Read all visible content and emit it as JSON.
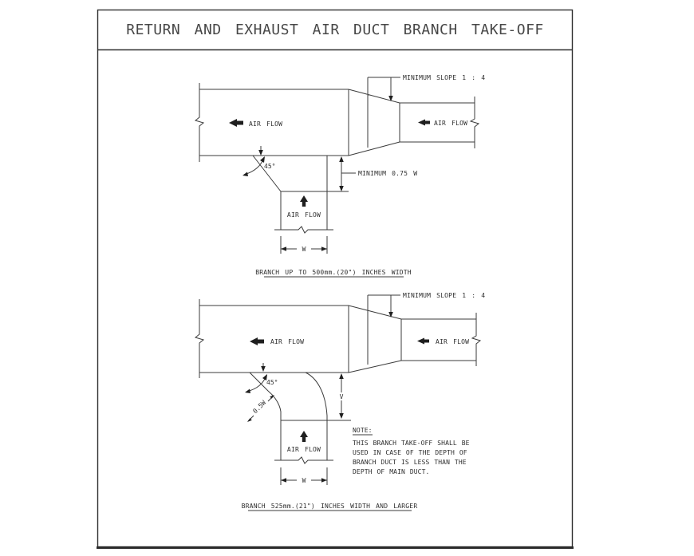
{
  "sheet": {
    "title": "RETURN AND EXHAUST AIR DUCT BRANCH TAKE-OFF"
  },
  "figure1": {
    "slope_note": "MINIMUM SLOPE 1 : 4",
    "air_flow_main": "AIR FLOW",
    "air_flow_right": "AIR FLOW",
    "air_flow_branch": "AIR FLOW",
    "angle": "45°",
    "min_depth": "MINIMUM 0.75 W",
    "width": "W",
    "caption": "BRANCH UP TO 500mm.(20\") INCHES WIDTH"
  },
  "figure2": {
    "slope_note": "MINIMUM SLOPE 1 : 4",
    "air_flow_main": "AIR FLOW",
    "air_flow_right": "AIR FLOW",
    "air_flow_branch": "AIR FLOW",
    "angle": "45°",
    "inner_radius": "0.5W",
    "depth": "V",
    "width": "W",
    "caption": "BRANCH 525mm.(21\") INCHES WIDTH AND LARGER",
    "note_heading": "NOTE:",
    "note_lines": [
      "THIS BRANCH TAKE-OFF SHALL BE",
      "USED IN CASE OF THE DEPTH OF",
      "BRANCH DUCT IS LESS THAN THE",
      "DEPTH OF MAIN DUCT."
    ]
  },
  "colors": {
    "line": "#3b3b3b",
    "text": "#2e2e2e",
    "background": "#ffffff"
  }
}
